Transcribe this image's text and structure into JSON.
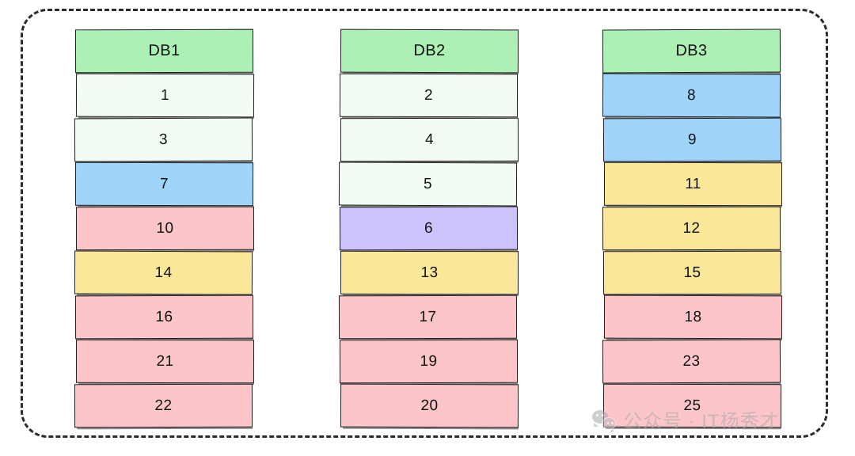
{
  "diagram": {
    "title_hint": "database-sharding-distribution",
    "frame": {
      "style": "dashed",
      "color": "#2b2b2b"
    },
    "palette": {
      "header_green": "#ADF0B5",
      "pale_mint": "#F2FCF2",
      "blue": "#9FD4FB",
      "pink": "#FCC5CA",
      "yellow": "#FBE79A",
      "purple": "#CDC2FB",
      "border": "#1d1d1d"
    },
    "columns": [
      {
        "id": "db1",
        "header": "DB1",
        "header_color": "#ADF0B5",
        "cells": [
          {
            "label": "1",
            "color": "#F2FCF2"
          },
          {
            "label": "3",
            "color": "#F2FCF2"
          },
          {
            "label": "7",
            "color": "#9FD4FB"
          },
          {
            "label": "10",
            "color": "#FCC5CA"
          },
          {
            "label": "14",
            "color": "#FBE79A"
          },
          {
            "label": "16",
            "color": "#FCC5CA"
          },
          {
            "label": "21",
            "color": "#FCC5CA"
          },
          {
            "label": "22",
            "color": "#FCC5CA"
          }
        ]
      },
      {
        "id": "db2",
        "header": "DB2",
        "header_color": "#ADF0B5",
        "cells": [
          {
            "label": "2",
            "color": "#F2FCF2"
          },
          {
            "label": "4",
            "color": "#F2FCF2"
          },
          {
            "label": "5",
            "color": "#F2FCF2"
          },
          {
            "label": "6",
            "color": "#CDC2FB"
          },
          {
            "label": "13",
            "color": "#FBE79A"
          },
          {
            "label": "17",
            "color": "#FCC5CA"
          },
          {
            "label": "19",
            "color": "#FCC5CA"
          },
          {
            "label": "20",
            "color": "#FCC5CA"
          }
        ]
      },
      {
        "id": "db3",
        "header": "DB3",
        "header_color": "#ADF0B5",
        "cells": [
          {
            "label": "8",
            "color": "#9FD4FB"
          },
          {
            "label": "9",
            "color": "#9FD4FB"
          },
          {
            "label": "11",
            "color": "#FBE79A"
          },
          {
            "label": "12",
            "color": "#FBE79A"
          },
          {
            "label": "15",
            "color": "#FBE79A"
          },
          {
            "label": "18",
            "color": "#FCC5CA"
          },
          {
            "label": "23",
            "color": "#FCC5CA"
          },
          {
            "label": "25",
            "color": "#FCC5CA"
          }
        ]
      }
    ]
  },
  "watermark": {
    "icon": "wechat-icon",
    "text": "公众号 · IT杨秀才"
  }
}
